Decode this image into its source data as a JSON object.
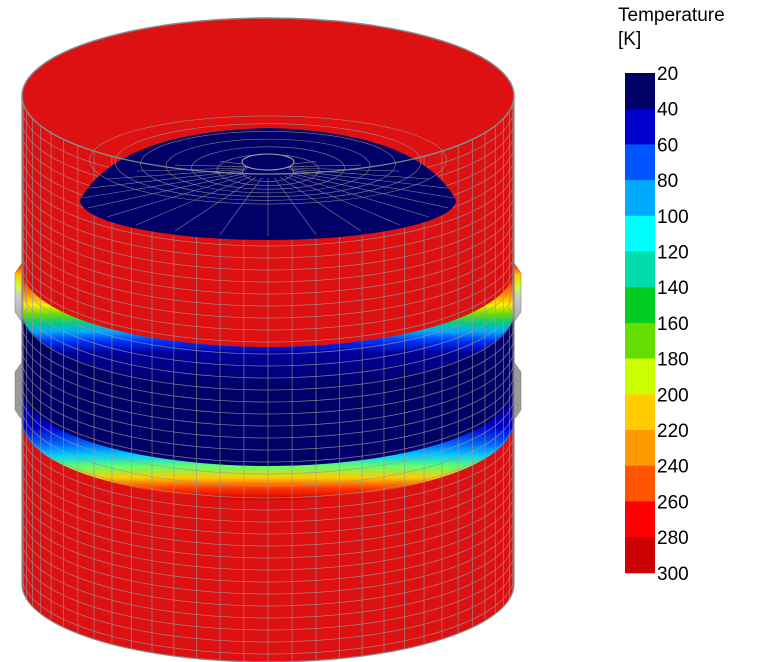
{
  "legend": {
    "title": "Temperature\n[K]",
    "ticks": [
      "20",
      "40",
      "60",
      "80",
      "100",
      "120",
      "140",
      "160",
      "180",
      "200",
      "220",
      "240",
      "260",
      "280",
      "300"
    ],
    "colors": [
      "#000066",
      "#0000cc",
      "#0055ff",
      "#00aaff",
      "#00ffff",
      "#00ddaa",
      "#00cc22",
      "#66dd00",
      "#ccff00",
      "#ffcc00",
      "#ff9900",
      "#ff5500",
      "#ff0000",
      "#cc0000"
    ]
  },
  "model": {
    "outer_color": "#dd1111",
    "cold_color": "#000066",
    "mesh_color": "#9a9a9a"
  }
}
